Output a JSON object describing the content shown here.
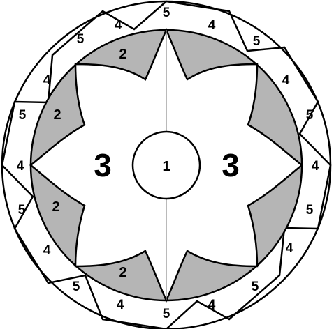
{
  "colors": {
    "stroke": "#000000",
    "shade": "#b5b5b5",
    "background": "#ffffff",
    "divider": "#8c8c8c"
  },
  "labels": {
    "center": "1",
    "region_two": "2",
    "region_three": "3",
    "region_four": "4",
    "region_five": "5"
  }
}
